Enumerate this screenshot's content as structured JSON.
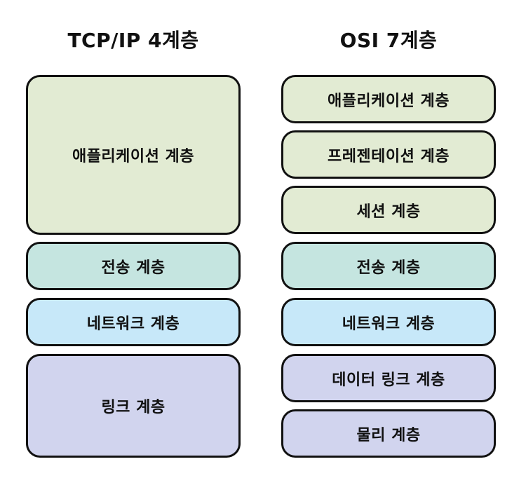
{
  "tcp_model": {
    "title": "TCP/IP 4계층",
    "layers": [
      {
        "label": "애플리케이션 계층",
        "color": "#e2ebd3"
      },
      {
        "label": "전송 계층",
        "color": "#c5e5e0"
      },
      {
        "label": "네트워크 계층",
        "color": "#c7e8f9"
      },
      {
        "label": "링크 계층",
        "color": "#d1d4ee"
      }
    ]
  },
  "osi_model": {
    "title": "OSI 7계층",
    "layers": [
      {
        "label": "애플리케이션 계층",
        "color": "#e2ebd3"
      },
      {
        "label": "프레젠테이션 계층",
        "color": "#e2ebd3"
      },
      {
        "label": "세션 계층",
        "color": "#e2ebd3"
      },
      {
        "label": "전송 계층",
        "color": "#c5e5e0"
      },
      {
        "label": "네트워크 계층",
        "color": "#c7e8f9"
      },
      {
        "label": "데이터 링크 계층",
        "color": "#d1d4ee"
      },
      {
        "label": "물리 계층",
        "color": "#d1d4ee"
      }
    ]
  }
}
